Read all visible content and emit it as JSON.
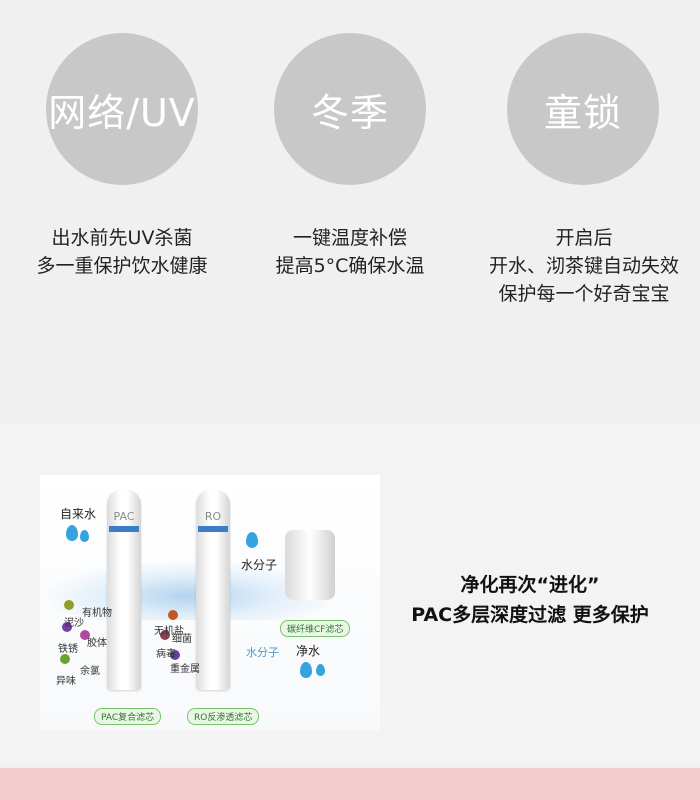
{
  "features": [
    {
      "icon_text": "网络/UV",
      "lines": [
        "出水前先UV杀菌",
        "多一重保护饮水健康"
      ]
    },
    {
      "icon_text": "冬季",
      "lines": [
        "一键温度补偿",
        "提高5°C确保水温"
      ]
    },
    {
      "icon_text": "童锁",
      "lines": [
        "开启后",
        "开水、沏茶键自动失效",
        "保护每一个好奇宝宝"
      ]
    }
  ],
  "product_image": {
    "tap_water_label": "自来水",
    "water_molecule_label": "水分子",
    "water_molecule_label_2": "水分子",
    "pure_water_label": "净水",
    "pac_cartridge_text": "PAC",
    "ro_cartridge_text": "RO",
    "pac_filter_tag": "PAC复合滤芯",
    "ro_filter_tag": "RO反渗透滤芯",
    "cf_filter_tag": "碳纤维CF滤芯",
    "contaminants": [
      "有机物",
      "泥沙",
      "铁锈",
      "胶体",
      "余氯",
      "异味",
      "无机盐",
      "细菌",
      "病毒",
      "重金属"
    ]
  },
  "pac_heading": {
    "line1": "净化再次“进化”",
    "line2": "PAC多层深度过滤 更多保护"
  },
  "colors": {
    "circle_bg": "#c8c8c8",
    "page_bg": "#f0f0f0",
    "bottom_bar": "#f3cccf",
    "water_blue": "#35a3e0"
  }
}
